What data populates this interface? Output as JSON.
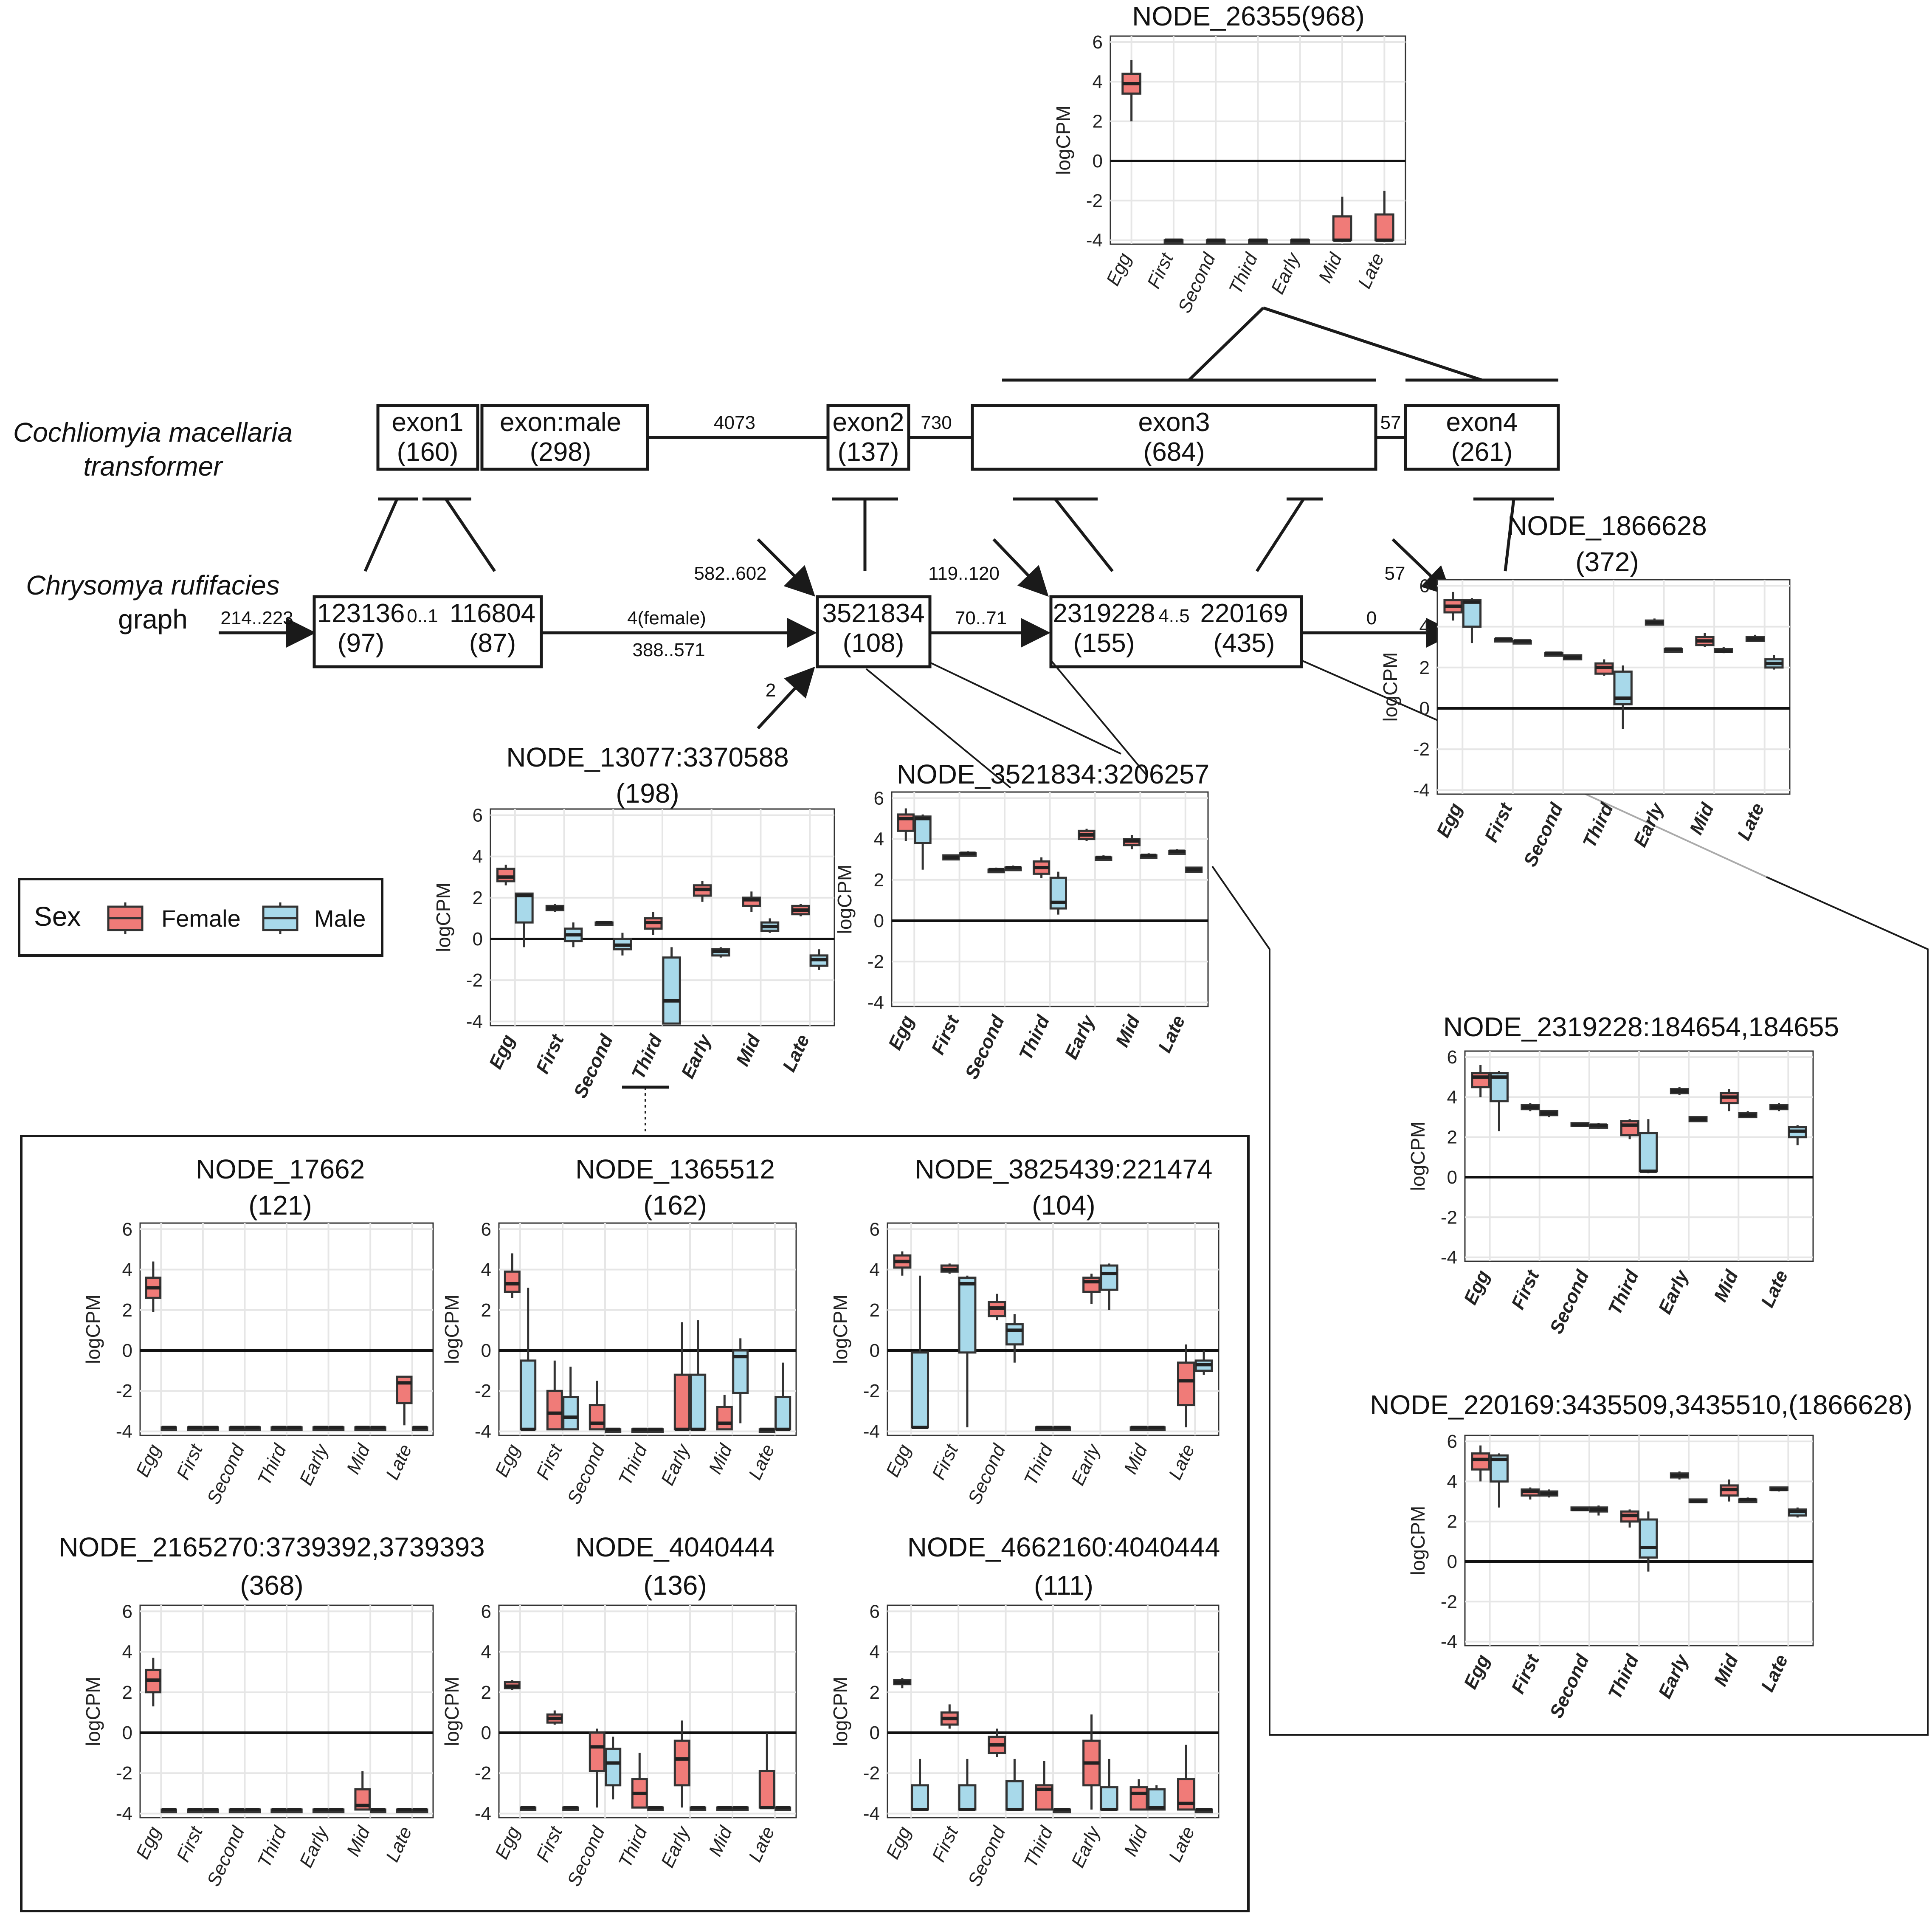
{
  "legend": {
    "title": "Sex",
    "female_label": "Female",
    "male_label": "Male",
    "female_color": "#F07B78",
    "male_color": "#A8D9EA"
  },
  "tracks": {
    "cm_line1": "Cochliomyia macellaria",
    "cm_line2": "transformer",
    "cr_line1": "Chrysomya rufifacies",
    "cr_line2": "graph"
  },
  "exons": [
    {
      "name": "exon1",
      "len": "(160)"
    },
    {
      "name": "exon:male",
      "len": "(298)"
    },
    {
      "name": "exon2",
      "len": "(137)"
    },
    {
      "name": "exon3",
      "len": "(684)"
    },
    {
      "name": "exon4",
      "len": "(261)"
    }
  ],
  "intron_labels": [
    "4073",
    "730",
    "57"
  ],
  "graph_nodes": [
    {
      "id": "123136",
      "len": "(97)"
    },
    {
      "id": "116804",
      "len": "(87)"
    },
    {
      "id": "3521834",
      "len": "(108)"
    },
    {
      "id": "2319228",
      "len": "(155)"
    },
    {
      "id": "220169",
      "len": "(435)"
    }
  ],
  "edge_labels": [
    "214..223",
    "0..1",
    "4(female)",
    "388..571",
    "582..602",
    "2",
    "119..120",
    "70..71",
    "4..5",
    "0",
    "57"
  ],
  "x_categories": [
    "Egg",
    "First",
    "Second",
    "Third",
    "Early",
    "Mid",
    "Late"
  ],
  "y_ticks": [
    "6",
    "4",
    "2",
    "0",
    "-2",
    "-4"
  ],
  "y_axis_label": "logCPM",
  "panels": [
    {
      "title": "NODE_26355(968)",
      "subtitle": "",
      "female": [
        [
          2,
          3.4,
          3.9,
          4.4,
          5.1
        ],
        [
          -4,
          -4,
          -4,
          -4,
          -4
        ],
        [
          -4,
          -4,
          -4,
          -4,
          -4
        ],
        [
          -4,
          -4,
          -4,
          -4,
          -4
        ],
        [
          -4,
          -4,
          -4,
          -4,
          -4
        ],
        [
          -4,
          -4,
          -4,
          -2.8,
          -1.8
        ],
        [
          -4,
          -4,
          -4,
          -2.7,
          -1.5
        ]
      ],
      "male": null
    },
    {
      "title": "NODE_1866628",
      "subtitle": "(372)",
      "female": [
        [
          4.3,
          4.7,
          5.0,
          5.3,
          5.7
        ],
        [
          3.4,
          3.4,
          3.4,
          3.4,
          3.4
        ],
        [
          2.7,
          2.7,
          2.7,
          2.7,
          2.7
        ],
        [
          1.6,
          1.7,
          2.0,
          2.2,
          2.4
        ],
        [
          4.1,
          4.1,
          4.2,
          4.3,
          4.4
        ],
        [
          3.0,
          3.1,
          3.3,
          3.5,
          3.7
        ],
        [
          3.3,
          3.3,
          3.4,
          3.5,
          3.6
        ]
      ],
      "male": [
        [
          3.2,
          4.0,
          5.2,
          5.3,
          5.4
        ],
        [
          3.3,
          3.3,
          3.3,
          3.3,
          3.3
        ],
        [
          2.4,
          2.4,
          2.5,
          2.6,
          2.6
        ],
        [
          -1.0,
          0.2,
          0.5,
          1.8,
          2.1
        ],
        [
          2.9,
          2.9,
          2.9,
          2.9,
          2.9
        ],
        [
          2.7,
          2.8,
          2.8,
          2.9,
          3.0
        ],
        [
          1.9,
          2.0,
          2.2,
          2.4,
          2.6
        ]
      ]
    },
    {
      "title": "NODE_13077:3370588",
      "subtitle": "(198)",
      "female": [
        [
          2.6,
          2.8,
          3.0,
          3.4,
          3.6
        ],
        [
          1.3,
          1.4,
          1.5,
          1.6,
          1.7
        ],
        [
          0.8,
          0.8,
          0.8,
          0.8,
          0.8
        ],
        [
          0.2,
          0.5,
          0.8,
          1.0,
          1.3
        ],
        [
          1.8,
          2.1,
          2.4,
          2.6,
          2.8
        ],
        [
          1.3,
          1.6,
          1.9,
          2.0,
          2.3
        ],
        [
          1.1,
          1.2,
          1.4,
          1.6,
          1.7
        ]
      ],
      "male": [
        [
          -0.4,
          0.8,
          2.1,
          2.2,
          2.2
        ],
        [
          -0.4,
          -0.1,
          0.2,
          0.5,
          0.8
        ],
        [
          -0.8,
          -0.5,
          -0.3,
          0.0,
          0.3
        ],
        [
          -4.1,
          -4.1,
          -3.0,
          -0.9,
          -0.4
        ],
        [
          -0.9,
          -0.8,
          -0.6,
          -0.5,
          -0.4
        ],
        [
          0.3,
          0.4,
          0.6,
          0.8,
          1.0
        ],
        [
          -1.5,
          -1.3,
          -1.0,
          -0.8,
          -0.5
        ]
      ]
    },
    {
      "title": "NODE_3521834:3206257",
      "subtitle": "",
      "female": [
        [
          3.9,
          4.4,
          5.0,
          5.2,
          5.5
        ],
        [
          3.0,
          3.0,
          3.1,
          3.2,
          3.2
        ],
        [
          2.4,
          2.4,
          2.5,
          2.5,
          2.6
        ],
        [
          2.1,
          2.3,
          2.6,
          2.9,
          3.1
        ],
        [
          3.9,
          4.0,
          4.2,
          4.4,
          4.5
        ],
        [
          3.5,
          3.7,
          3.9,
          4.0,
          4.2
        ],
        [
          3.3,
          3.3,
          3.4,
          3.4,
          3.5
        ]
      ],
      "male": [
        [
          2.5,
          3.8,
          5.0,
          5.1,
          5.2
        ],
        [
          3.2,
          3.2,
          3.3,
          3.3,
          3.4
        ],
        [
          2.5,
          2.5,
          2.6,
          2.6,
          2.7
        ],
        [
          0.3,
          0.6,
          0.9,
          2.1,
          2.4
        ],
        [
          3.0,
          3.0,
          3.1,
          3.1,
          3.2
        ],
        [
          3.1,
          3.1,
          3.2,
          3.2,
          3.3
        ],
        [
          2.4,
          2.4,
          2.5,
          2.6,
          2.6
        ]
      ]
    },
    {
      "title": "NODE_2319228:184654,184655",
      "subtitle": "",
      "female": [
        [
          4.0,
          4.5,
          5.0,
          5.2,
          5.6
        ],
        [
          3.3,
          3.4,
          3.5,
          3.6,
          3.7
        ],
        [
          2.6,
          2.6,
          2.6,
          2.7,
          2.7
        ],
        [
          1.9,
          2.1,
          2.6,
          2.8,
          2.9
        ],
        [
          4.1,
          4.2,
          4.3,
          4.4,
          4.5
        ],
        [
          3.3,
          3.7,
          4.0,
          4.2,
          4.4
        ],
        [
          3.3,
          3.4,
          3.5,
          3.6,
          3.7
        ]
      ],
      "male": [
        [
          2.3,
          3.8,
          5.0,
          5.2,
          5.3
        ],
        [
          3.0,
          3.1,
          3.2,
          3.3,
          3.3
        ],
        [
          2.4,
          2.5,
          2.6,
          2.6,
          2.7
        ],
        [
          0.2,
          0.3,
          0.3,
          2.2,
          2.9
        ],
        [
          2.8,
          2.8,
          2.9,
          3.0,
          3.0
        ],
        [
          3.0,
          3.0,
          3.1,
          3.2,
          3.3
        ],
        [
          1.6,
          2.0,
          2.3,
          2.5,
          2.6
        ]
      ]
    },
    {
      "title": "NODE_220169:3435509,3435510,(1866628)",
      "subtitle": "",
      "female": [
        [
          4.0,
          4.6,
          5.1,
          5.4,
          5.8
        ],
        [
          3.1,
          3.3,
          3.5,
          3.6,
          3.7
        ],
        [
          2.6,
          2.6,
          2.6,
          2.7,
          2.7
        ],
        [
          1.7,
          2.0,
          2.3,
          2.5,
          2.6
        ],
        [
          4.1,
          4.2,
          4.3,
          4.4,
          4.5
        ],
        [
          3.0,
          3.3,
          3.6,
          3.8,
          4.1
        ],
        [
          3.5,
          3.6,
          3.6,
          3.7,
          3.7
        ]
      ],
      "male": [
        [
          2.7,
          4.0,
          5.1,
          5.3,
          5.4
        ],
        [
          3.2,
          3.3,
          3.4,
          3.5,
          3.6
        ],
        [
          2.3,
          2.5,
          2.6,
          2.7,
          2.8
        ],
        [
          -0.5,
          0.2,
          0.7,
          2.1,
          2.5
        ],
        [
          3.0,
          3.0,
          3.0,
          3.1,
          3.1
        ],
        [
          3.0,
          3.0,
          3.1,
          3.1,
          3.2
        ],
        [
          2.2,
          2.3,
          2.5,
          2.6,
          2.7
        ]
      ]
    },
    {
      "title": "NODE_17662",
      "subtitle": "(121)",
      "female": [
        [
          1.9,
          2.6,
          3.1,
          3.6,
          4.4
        ],
        [
          -3.8,
          -3.8,
          -3.8,
          -3.8,
          -3.8
        ],
        [
          -3.8,
          -3.8,
          -3.8,
          -3.8,
          -3.8
        ],
        [
          -3.8,
          -3.8,
          -3.8,
          -3.8,
          -3.8
        ],
        [
          -3.8,
          -3.8,
          -3.8,
          -3.8,
          -3.8
        ],
        [
          -3.8,
          -3.8,
          -3.8,
          -3.8,
          -3.8
        ],
        [
          -3.7,
          -2.6,
          -1.6,
          -1.3,
          -1.3
        ]
      ],
      "male": [
        [
          -3.8,
          -3.8,
          -3.8,
          -3.8,
          -3.8
        ],
        [
          -3.8,
          -3.8,
          -3.8,
          -3.8,
          -3.8
        ],
        [
          -3.8,
          -3.8,
          -3.8,
          -3.8,
          -3.8
        ],
        [
          -3.8,
          -3.8,
          -3.8,
          -3.8,
          -3.8
        ],
        [
          -3.8,
          -3.8,
          -3.8,
          -3.8,
          -3.8
        ],
        [
          -3.8,
          -3.8,
          -3.8,
          -3.8,
          -3.8
        ],
        [
          -3.8,
          -3.8,
          -3.8,
          -3.8,
          -3.8
        ]
      ]
    },
    {
      "title": "NODE_1365512",
      "subtitle": "(162)",
      "female": [
        [
          2.6,
          2.9,
          3.3,
          3.9,
          4.8
        ],
        [
          -3.9,
          -3.9,
          -3.1,
          -2.0,
          -0.5
        ],
        [
          -3.9,
          -3.9,
          -3.6,
          -2.7,
          -1.5
        ],
        [
          -3.9,
          -3.9,
          -3.9,
          -3.9,
          -3.9
        ],
        [
          -3.9,
          -3.9,
          -3.9,
          -1.2,
          1.4
        ],
        [
          -3.9,
          -3.9,
          -3.6,
          -2.8,
          -2.2
        ],
        [
          -3.9,
          -3.9,
          -3.9,
          -3.9,
          -3.9
        ]
      ],
      "male": [
        [
          -3.9,
          -3.9,
          -3.9,
          -0.5,
          3.1
        ],
        [
          -3.9,
          -3.9,
          -3.3,
          -2.3,
          -0.8
        ],
        [
          -3.9,
          -3.9,
          -3.9,
          -3.9,
          -3.9
        ],
        [
          -3.9,
          -3.9,
          -3.9,
          -3.9,
          -3.9
        ],
        [
          -3.9,
          -3.9,
          -3.9,
          -1.2,
          1.5
        ],
        [
          -3.6,
          -2.1,
          -0.3,
          0.0,
          0.6
        ],
        [
          -3.9,
          -3.9,
          -3.9,
          -2.3,
          -0.6
        ]
      ]
    },
    {
      "title": "NODE_3825439:221474",
      "subtitle": "(104)",
      "female": [
        [
          3.7,
          4.1,
          4.4,
          4.7,
          4.9
        ],
        [
          3.8,
          3.9,
          4.0,
          4.2,
          4.3
        ],
        [
          1.5,
          1.7,
          2.1,
          2.4,
          2.8
        ],
        [
          -3.8,
          -3.8,
          -3.8,
          -3.8,
          -3.8
        ],
        [
          2.3,
          2.9,
          3.4,
          3.6,
          3.8
        ],
        [
          -3.8,
          -3.8,
          -3.8,
          -3.8,
          -3.8
        ],
        [
          -3.8,
          -2.7,
          -1.5,
          -0.6,
          0.3
        ]
      ],
      "male": [
        [
          -3.8,
          -3.8,
          -3.8,
          -0.1,
          3.7
        ],
        [
          -3.8,
          -0.1,
          3.3,
          3.6,
          3.7
        ],
        [
          -0.6,
          0.3,
          1.0,
          1.3,
          1.8
        ],
        [
          -3.8,
          -3.8,
          -3.8,
          -3.8,
          -3.8
        ],
        [
          2.0,
          3.0,
          3.8,
          4.2,
          4.3
        ],
        [
          -3.8,
          -3.8,
          -3.8,
          -3.8,
          -3.8
        ],
        [
          -1.2,
          -1.0,
          -0.7,
          -0.5,
          0.0
        ]
      ]
    },
    {
      "title": "NODE_2165270:3739392,3739393",
      "subtitle": "(368)",
      "female": [
        [
          1.3,
          2.0,
          2.6,
          3.1,
          3.7
        ],
        [
          -3.8,
          -3.8,
          -3.8,
          -3.8,
          -3.8
        ],
        [
          -3.8,
          -3.8,
          -3.8,
          -3.8,
          -3.8
        ],
        [
          -3.8,
          -3.8,
          -3.8,
          -3.8,
          -3.8
        ],
        [
          -3.8,
          -3.8,
          -3.8,
          -3.8,
          -3.8
        ],
        [
          -3.8,
          -3.8,
          -3.6,
          -2.8,
          -1.9
        ],
        [
          -3.8,
          -3.8,
          -3.8,
          -3.8,
          -3.8
        ]
      ],
      "male": [
        [
          -3.8,
          -3.8,
          -3.8,
          -3.8,
          -3.8
        ],
        [
          -3.8,
          -3.8,
          -3.8,
          -3.8,
          -3.8
        ],
        [
          -3.8,
          -3.8,
          -3.8,
          -3.8,
          -3.8
        ],
        [
          -3.8,
          -3.8,
          -3.8,
          -3.8,
          -3.8
        ],
        [
          -3.8,
          -3.8,
          -3.8,
          -3.8,
          -3.8
        ],
        [
          -3.8,
          -3.8,
          -3.8,
          -3.8,
          -3.8
        ],
        [
          -3.8,
          -3.8,
          -3.8,
          -3.8,
          -3.8
        ]
      ]
    },
    {
      "title": "NODE_4040444",
      "subtitle": "(136)",
      "female": [
        [
          2.1,
          2.2,
          2.3,
          2.5,
          2.6
        ],
        [
          0.4,
          0.5,
          0.7,
          0.9,
          1.1
        ],
        [
          -3.7,
          -1.9,
          -0.7,
          0.0,
          0.2
        ],
        [
          -3.7,
          -3.7,
          -3.0,
          -2.3,
          -1.0
        ],
        [
          -3.7,
          -2.6,
          -1.3,
          -0.4,
          0.6
        ],
        [
          -3.7,
          -3.7,
          -3.7,
          -3.7,
          -3.7
        ],
        [
          -3.7,
          -3.7,
          -3.7,
          -1.9,
          0.0
        ]
      ],
      "male": [
        [
          -3.7,
          -3.7,
          -3.7,
          -3.7,
          -3.7
        ],
        [
          -3.7,
          -3.7,
          -3.7,
          -3.7,
          -3.7
        ],
        [
          -3.3,
          -2.6,
          -1.5,
          -0.8,
          -0.2
        ],
        [
          -3.7,
          -3.7,
          -3.7,
          -3.7,
          -3.7
        ],
        [
          -3.7,
          -3.7,
          -3.7,
          -3.7,
          -3.7
        ],
        [
          -3.7,
          -3.7,
          -3.7,
          -3.7,
          -3.7
        ],
        [
          -3.7,
          -3.7,
          -3.7,
          -3.7,
          -3.7
        ]
      ]
    },
    {
      "title": "NODE_4662160:4040444",
      "subtitle": "(111)",
      "female": [
        [
          2.2,
          2.4,
          2.5,
          2.6,
          2.7
        ],
        [
          0.2,
          0.4,
          0.7,
          1.0,
          1.4
        ],
        [
          -1.2,
          -1.0,
          -0.6,
          -0.2,
          0.2
        ],
        [
          -3.8,
          -3.8,
          -2.8,
          -2.6,
          -1.4
        ],
        [
          -3.8,
          -2.6,
          -1.5,
          -0.4,
          0.9
        ],
        [
          -3.8,
          -3.8,
          -3.0,
          -2.7,
          -2.3
        ],
        [
          -3.8,
          -3.8,
          -3.5,
          -2.3,
          -0.6
        ]
      ],
      "male": [
        [
          -3.8,
          -3.8,
          -3.8,
          -2.6,
          -1.3
        ],
        [
          -3.8,
          -3.8,
          -3.8,
          -2.6,
          -1.3
        ],
        [
          -3.8,
          -3.8,
          -3.8,
          -2.4,
          -1.3
        ],
        [
          -3.8,
          -3.8,
          -3.8,
          -3.8,
          -3.8
        ],
        [
          -3.8,
          -3.8,
          -3.8,
          -2.7,
          -1.3
        ],
        [
          -3.8,
          -3.8,
          -3.7,
          -2.8,
          -2.6
        ],
        [
          -3.8,
          -3.8,
          -3.8,
          -3.8,
          -3.8
        ]
      ]
    }
  ]
}
